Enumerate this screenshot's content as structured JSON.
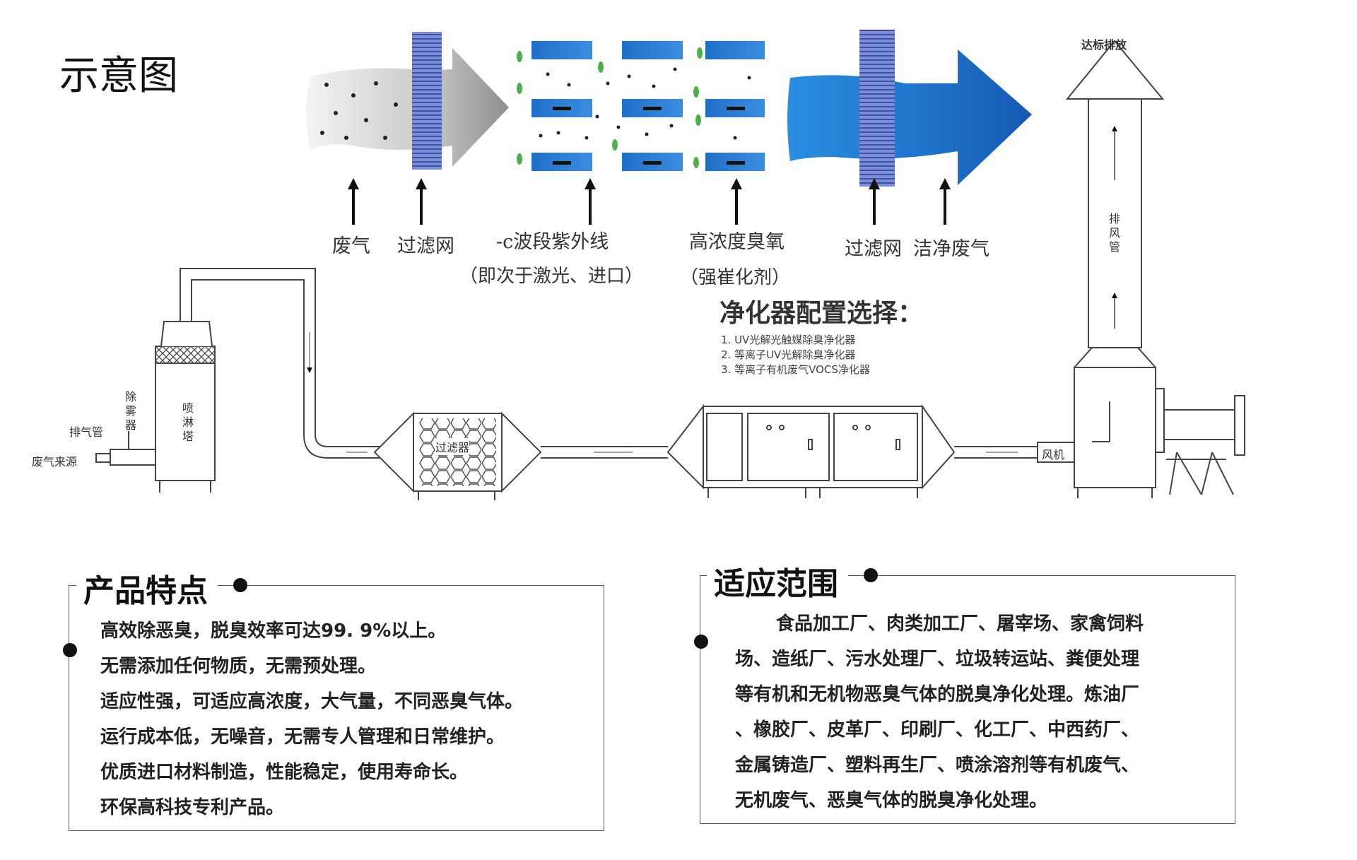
{
  "title": "示意图",
  "process_labels": {
    "waste_gas": "废气",
    "filter1": "过滤网",
    "uv": "-c波段紫外线",
    "uv_sub": "（即次于激光、进口）",
    "ozone": "高浓度臭氧",
    "ozone_sub": "（强崔化剂）",
    "filter2": "过滤网",
    "clean_gas": "洁净废气",
    "emission": "达标排放"
  },
  "system_labels": {
    "demister": "除雾器",
    "exhaust_pipe": "排气管",
    "source": "废气来源",
    "spray_tower": "喷淋塔",
    "filter_unit": "过滤器",
    "fan": "风机",
    "exhaust_duct": "排风管"
  },
  "config": {
    "title": "净化器配置选择：",
    "items": [
      "1. UV光解光触媒除臭净化器",
      "2. 等离子UV光解除臭净化器",
      "3. 等离子有机废气VOCS净化器"
    ]
  },
  "features": {
    "heading": "产品特点",
    "items": [
      "高效除恶臭，脱臭效率可达99. 9%以上。",
      "无需添加任何物质，无需预处理。",
      "适应性强，可适应高浓度，大气量，不同恶臭气体。",
      "运行成本低，无噪音，无需专人管理和日常维护。",
      "优质进口材料制造，性能稳定，使用寿命长。",
      "环保高科技专利产品。"
    ]
  },
  "scope": {
    "heading": "适应范围",
    "lines": [
      "食品加工厂、肉类加工厂、屠宰场、家禽饲料",
      "场、造纸厂、污水处理厂、垃圾转运站、粪便处理",
      "等有机和无机物恶臭气体的脱臭净化处理。炼油厂",
      "、橡胶厂、皮革厂、印刷厂、化工厂、中西药厂、",
      "金属铸造厂、塑料再生厂、喷涂溶剂等有机废气、",
      "无机废气、恶臭气体的脱臭净化处理。"
    ]
  },
  "colors": {
    "blue": "#2f7fd6",
    "panel_blue": "#2a77c8",
    "filter_stripe": "#6f7fc9",
    "leaf": "#4cb04c",
    "line": "#444444"
  }
}
